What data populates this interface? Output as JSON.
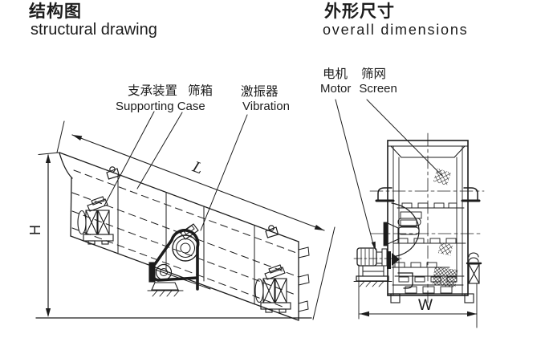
{
  "colors": {
    "background": "#ffffff",
    "ink": "#1c1c1c"
  },
  "structural_section": {
    "title_zh": "结构图",
    "title_en": "structural drawing",
    "callouts": {
      "supporting_device_zh": "支承装置",
      "screen_box_zh": "筛箱",
      "supporting_case_en": "Supporting Case",
      "vibrator_zh": "激振器",
      "vibration_en": "Vibration"
    },
    "dimension_labels": {
      "length": "L",
      "height": "H"
    }
  },
  "overall_section": {
    "title_zh": "外形尺寸",
    "title_en": "overall dimensions",
    "callouts": {
      "motor_zh": "电机",
      "screen_zh": "筛网",
      "motor_en": "Motor",
      "screen_en": "Screen"
    },
    "dimension_labels": {
      "width": "W"
    }
  }
}
